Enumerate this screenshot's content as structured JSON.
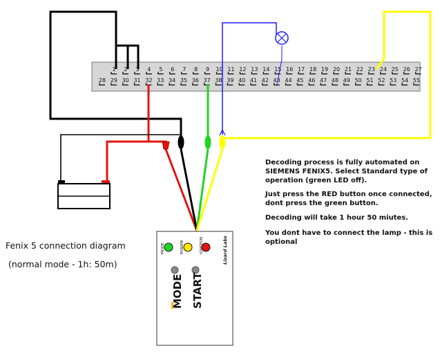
{
  "title": "Fenix 5 connection diagram",
  "subtitle": "(normal mode - 1h: 50m)",
  "instructions": [
    "Decoding process is fully automated on SIEMENS FENIX5. Select Standard type of operation (green LED off).",
    "Just press the RED button once connected, dont press the green button.",
    "Decoding will take 1 hour 50 miutes.",
    "You dont have to connect the lamp - this is optional"
  ],
  "connector": {
    "top_row": [
      "1",
      "2",
      "3",
      "4",
      "5",
      "6",
      "7",
      "8",
      "9",
      "10",
      "11",
      "12",
      "13",
      "14",
      "15",
      "16",
      "17",
      "18",
      "19",
      "20",
      "21",
      "22",
      "23",
      "24",
      "25",
      "26",
      "27"
    ],
    "bottom_row": [
      "28",
      "29",
      "30",
      "31",
      "32",
      "33",
      "34",
      "35",
      "36",
      "37",
      "38",
      "39",
      "40",
      "41",
      "42",
      "43",
      "44",
      "45",
      "46",
      "47",
      "48",
      "49",
      "50",
      "51",
      "52",
      "53",
      "54",
      "55"
    ]
  },
  "device": {
    "brand": "Lizard Labs",
    "leds": [
      "MODE",
      "POWER",
      "IGNITION"
    ],
    "buttons": [
      "MODE",
      "START"
    ]
  },
  "colors": {
    "ground_wire": "#000000",
    "power_wire": "#e3130f",
    "mode_wire": "#1fd41f",
    "ignition_wire": "#ffff00",
    "lamp_wire": "#1a1aff",
    "connector_fill": "#d6d6d6"
  }
}
